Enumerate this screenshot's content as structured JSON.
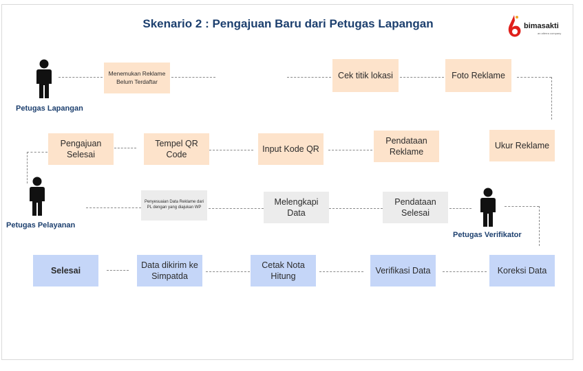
{
  "title": "Skenario 2 : Pengajuan Baru dari Petugas Lapangan",
  "logo": {
    "word": "bimasakti",
    "sub": "an alterra company"
  },
  "actors": {
    "lapangan": "Petugas Lapangan",
    "pelayanan": "Petugas Pelayanan",
    "verifikator": "Petugas Verifikator"
  },
  "row1": {
    "menemukan": "Menemukan Reklame Belum Terdaftar",
    "cek": "Cek titik lokasi",
    "foto": "Foto Reklame"
  },
  "row2": {
    "pengajuan": "Pengajuan Selesai",
    "tempel": "Tempel QR Code",
    "input": "Input Kode QR",
    "pendataan": "Pendataan Reklame",
    "ukur": "Ukur Reklame"
  },
  "row3": {
    "penyesuaian": "Penyesuaian Data Reklame dari PL dengan yang diajukan WP",
    "melengkapi": "Melengkapi Data",
    "pendataan_selesai": "Pendataan Selesai"
  },
  "row4": {
    "selesai": "Selesai",
    "dikirim": "Data dikirim ke Simpatda",
    "cetak": "Cetak Nota Hitung",
    "verifikasi": "Verifikasi Data",
    "koreksi": "Koreksi Data"
  },
  "colors": {
    "title": "#1c3f6e",
    "peach": "#fde3cb",
    "grey": "#ececec",
    "blue": "#c5d6f8",
    "logo_red": "#e0201b"
  }
}
